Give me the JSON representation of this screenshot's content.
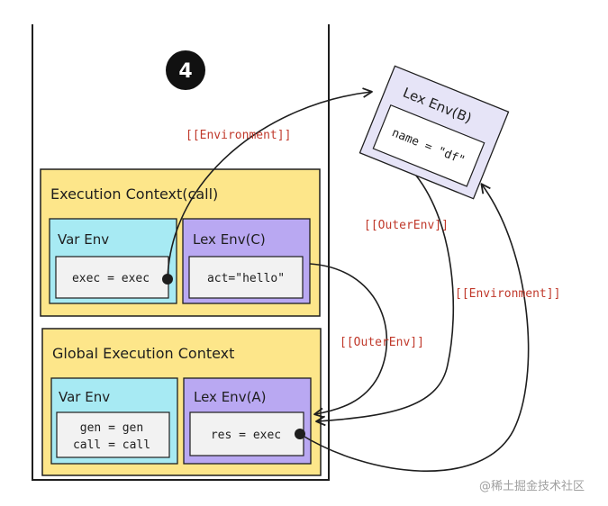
{
  "step_badge": "4",
  "colors": {
    "context_fill": "#fde68a",
    "var_env_fill": "#a7eaf3",
    "lex_env_fill": "#b9a8f2",
    "lex_env_b_fill": "#e6e4f7",
    "inner_box_fill": "#f2f2f2",
    "link_label": "#c0392b",
    "stroke": "#1e1e1e"
  },
  "call_context": {
    "title": "Execution Context(call)",
    "var_env": {
      "title": "Var Env",
      "entries": [
        "exec = exec"
      ]
    },
    "lex_env": {
      "title": "Lex Env(C)",
      "entries": [
        "act=\"hello\""
      ]
    }
  },
  "global_context": {
    "title": "Global Execution Context",
    "var_env": {
      "title": "Var Env",
      "entries": [
        "gen = gen",
        "call = call"
      ]
    },
    "lex_env": {
      "title": "Lex Env(A)",
      "entries": [
        "res = exec"
      ]
    }
  },
  "lex_env_b": {
    "title": "Lex Env(B)",
    "entries": [
      "name = \"df\""
    ]
  },
  "links": {
    "environment_top": "[[Environment]]",
    "outer_env_right": "[[OuterEnv]]",
    "outer_env_middle": "[[OuterEnv]]",
    "environment_right": "[[Environment]]"
  },
  "watermark": "@稀土掘金技术社区"
}
